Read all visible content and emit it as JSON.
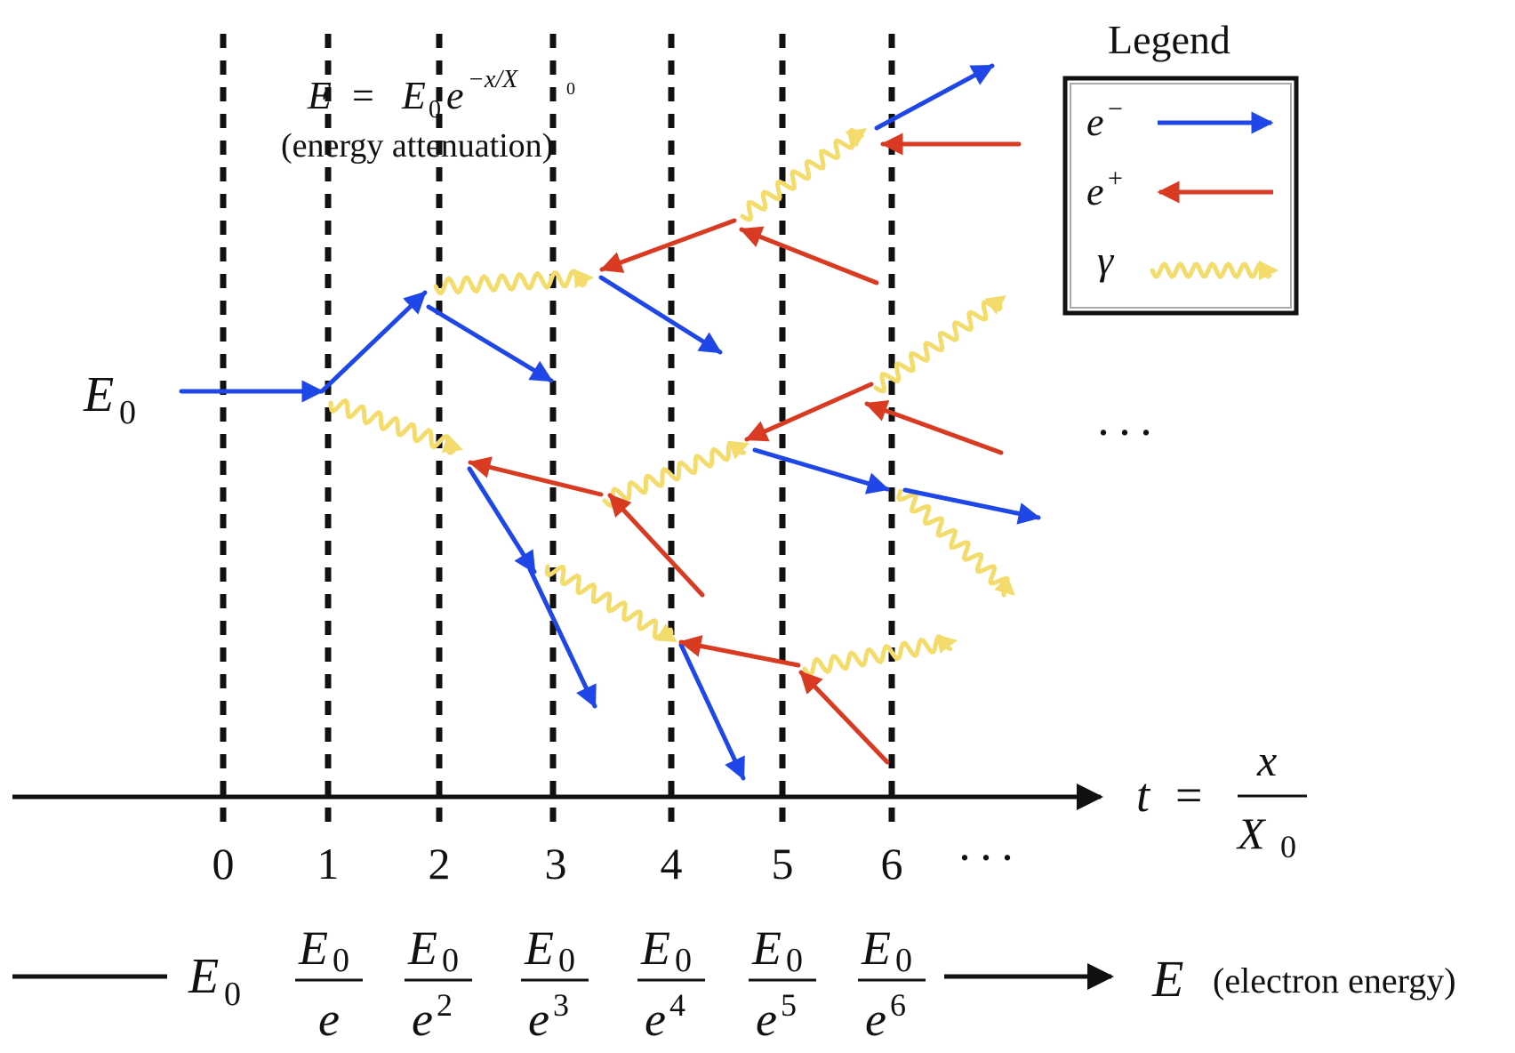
{
  "colors": {
    "electron": "#1f47e8",
    "positron": "#d83a22",
    "photon": "#f4dc6c",
    "ink": "#111111"
  },
  "legend": {
    "title": "Legend",
    "items": [
      {
        "symbol": "e",
        "sup": "−",
        "kind": "electron"
      },
      {
        "symbol": "e",
        "sup": "+",
        "kind": "positron"
      },
      {
        "symbol": "γ",
        "sup": "",
        "kind": "photon"
      }
    ]
  },
  "formula": {
    "main_E": "E",
    "eq": "=",
    "base": "E",
    "base_sub": "0",
    "exp_base": "e",
    "exponent": "−x/X",
    "exponent_sub": "0",
    "caption": "(energy attenuation)"
  },
  "initial_label": {
    "symbol": "E",
    "sub": "0"
  },
  "time_axis": {
    "label_t": "t",
    "eq": "=",
    "num": "x",
    "den": "X",
    "den_sub": "0",
    "ticks": [
      "0",
      "1",
      "2",
      "3",
      "4",
      "5",
      "6"
    ],
    "ellipsis": "···"
  },
  "right_ellipsis": "···",
  "energy_axis": {
    "first": {
      "symbol": "E",
      "sub": "0"
    },
    "fractions": [
      {
        "num": "E",
        "num_sub": "0",
        "den": "e",
        "den_sup": ""
      },
      {
        "num": "E",
        "num_sub": "0",
        "den": "e",
        "den_sup": "2"
      },
      {
        "num": "E",
        "num_sub": "0",
        "den": "e",
        "den_sup": "3"
      },
      {
        "num": "E",
        "num_sub": "0",
        "den": "e",
        "den_sup": "4"
      },
      {
        "num": "E",
        "num_sub": "0",
        "den": "e",
        "den_sup": "5"
      },
      {
        "num": "E",
        "num_sub": "0",
        "den": "e",
        "den_sup": "6"
      }
    ],
    "label_E": "E",
    "caption": "(electron energy)"
  }
}
